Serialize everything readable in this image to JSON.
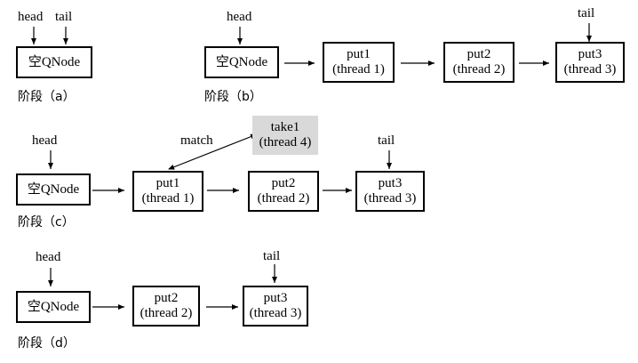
{
  "labels": {
    "head": "head",
    "tail": "tail",
    "match": "match"
  },
  "nodes": {
    "empty": "空QNode",
    "put1": {
      "name": "put1",
      "thread": "(thread 1)"
    },
    "put2": {
      "name": "put2",
      "thread": "(thread 2)"
    },
    "put3": {
      "name": "put3",
      "thread": "(thread 3)"
    },
    "take1": {
      "name": "take1",
      "thread": "(thread 4)"
    }
  },
  "stages": {
    "a": "阶段（a）",
    "b": "阶段（b）",
    "c": "阶段（c）",
    "d": "阶段（d）"
  },
  "colors": {
    "line": "#000000",
    "take_fill": "#d9d9d9"
  }
}
